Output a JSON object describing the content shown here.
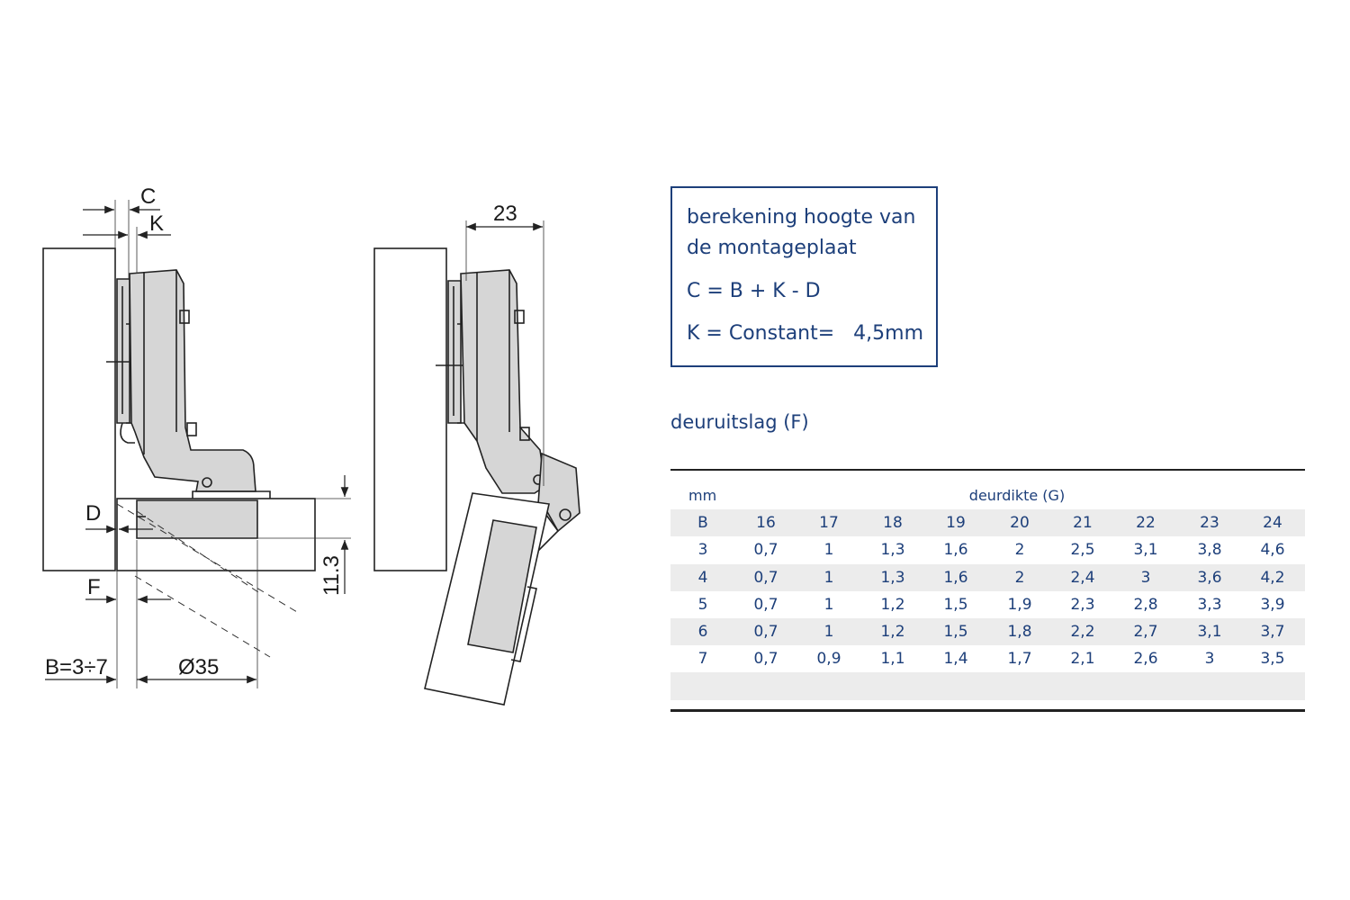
{
  "diagram": {
    "labels": {
      "C": "C",
      "K": "K",
      "D": "D",
      "F": "F",
      "B_range": "B=3÷7",
      "bore": "Ø35",
      "height": "11.3",
      "opening": "23"
    }
  },
  "formula_box": {
    "line1": "berekening hoogte van",
    "line2": "de montageplaat",
    "formula": "C = B + K - D",
    "constant": "K = Constant=   4,5mm"
  },
  "table": {
    "title": "deuruitslag (F)",
    "unit_label": "mm",
    "group_label": "deurdikte (G)",
    "header": [
      "B",
      "16",
      "17",
      "18",
      "19",
      "20",
      "21",
      "22",
      "23",
      "24"
    ],
    "rows": [
      [
        "3",
        "0,7",
        "1",
        "1,3",
        "1,6",
        "2",
        "2,5",
        "3,1",
        "3,8",
        "4,6"
      ],
      [
        "4",
        "0,7",
        "1",
        "1,3",
        "1,6",
        "2",
        "2,4",
        "3",
        "3,6",
        "4,2"
      ],
      [
        "5",
        "0,7",
        "1",
        "1,2",
        "1,5",
        "1,9",
        "2,3",
        "2,8",
        "3,3",
        "3,9"
      ],
      [
        "6",
        "0,7",
        "1",
        "1,2",
        "1,5",
        "1,8",
        "2,2",
        "2,7",
        "3,1",
        "3,7"
      ],
      [
        "7",
        "0,7",
        "0,9",
        "1,1",
        "1,4",
        "1,7",
        "2,1",
        "2,6",
        "3",
        "3,5"
      ],
      [
        "",
        "",
        "",
        "",
        "",
        "",
        "",
        "",
        "",
        ""
      ]
    ]
  },
  "colors": {
    "accent": "#1d3f7a",
    "row_shade": "#ececec",
    "line": "#222222"
  }
}
